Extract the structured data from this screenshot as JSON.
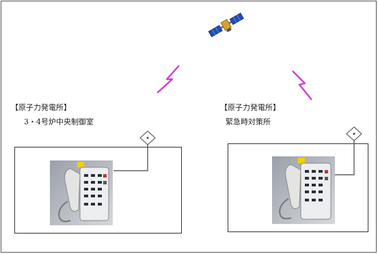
{
  "left_site": {
    "title": "【原子力発電所】",
    "room": "3・4号炉中央制御室"
  },
  "right_site": {
    "title": "【原子力発電所】",
    "room": "緊急時対策所"
  },
  "colors": {
    "signal": "#d23bd6",
    "satellite_panel": "#1f4fb5",
    "satellite_body": "#d9a22a",
    "frame": "#333333"
  }
}
